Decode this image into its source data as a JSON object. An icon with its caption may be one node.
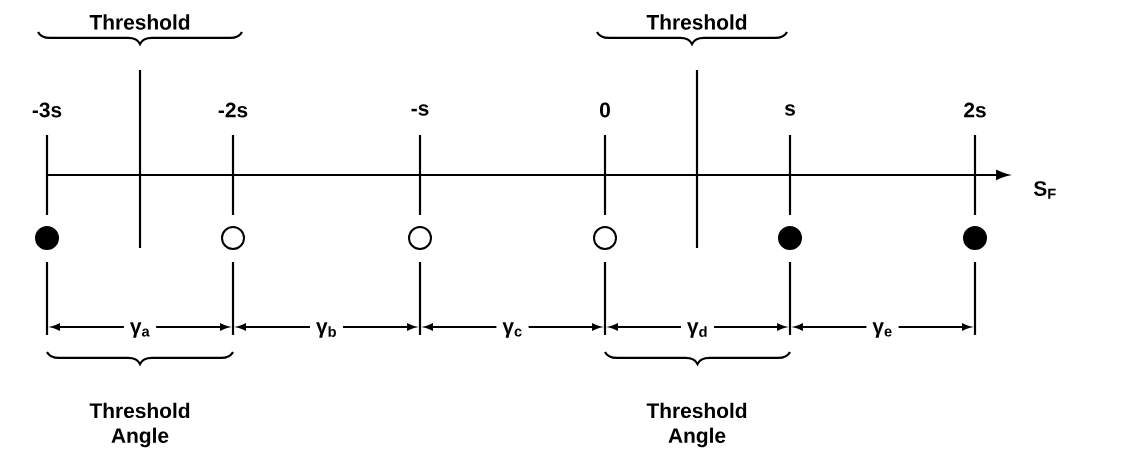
{
  "diagram": {
    "labels": [
      "Threshold",
      "Threshold",
      "-3s",
      "-2s",
      "-s",
      "0",
      "s",
      "2s",
      "S$_{F}$",
      "γ$_{a}$",
      "γ$_{b}$",
      "γ$_{c}$",
      "γ$_{d}$",
      "γ$_{e}$",
      "Threshold Angle",
      "Threshold Angle"
    ]
  }
}
